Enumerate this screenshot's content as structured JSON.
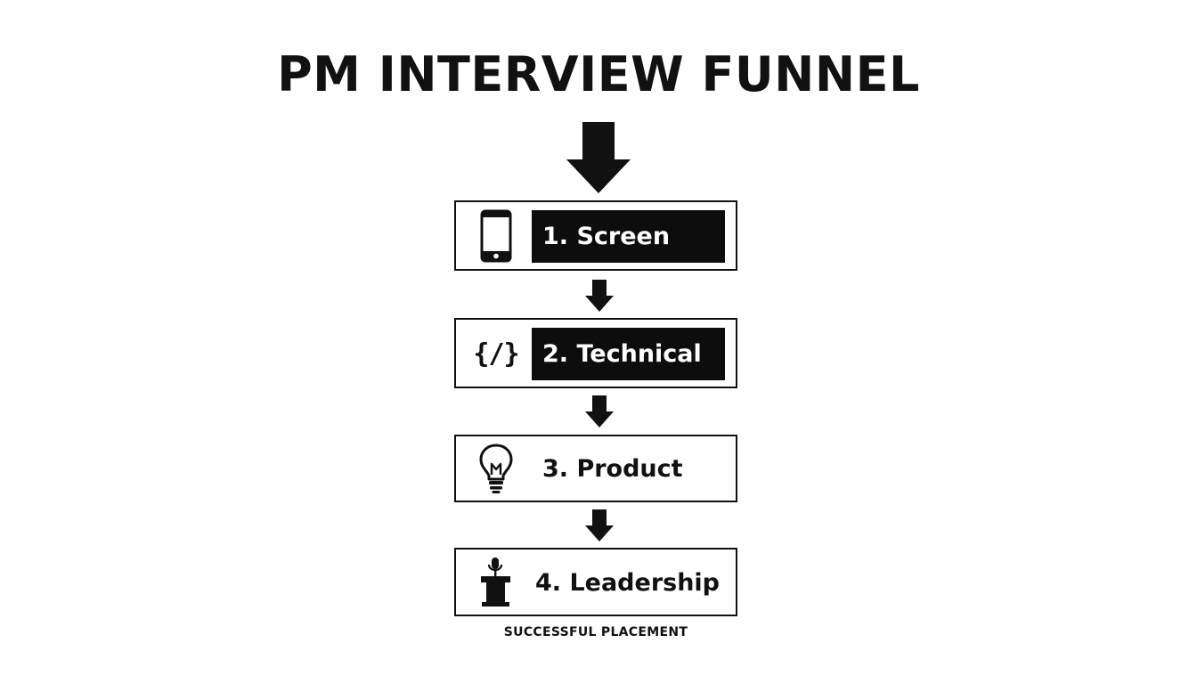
{
  "diagram": {
    "title": "PM INTERVIEW FUNNEL",
    "stages": [
      {
        "number": 1,
        "label": "1. Screen",
        "icon": "smartphone-icon",
        "highlighted": true
      },
      {
        "number": 2,
        "label": "2. Technical",
        "icon": "code-icon",
        "icon_glyph": "{/}",
        "highlighted": true
      },
      {
        "number": 3,
        "label": "3. Product",
        "icon": "lightbulb-icon",
        "highlighted": false
      },
      {
        "number": 4,
        "label": "4. Leadership",
        "icon": "podium-icon",
        "highlighted": false
      }
    ],
    "footer": "SUCCESSFUL PLACEMENT"
  },
  "colors": {
    "ink": "#111111",
    "highlight_fill": "#0d0d0d",
    "highlight_text": "#ffffff",
    "background": "#ffffff"
  }
}
